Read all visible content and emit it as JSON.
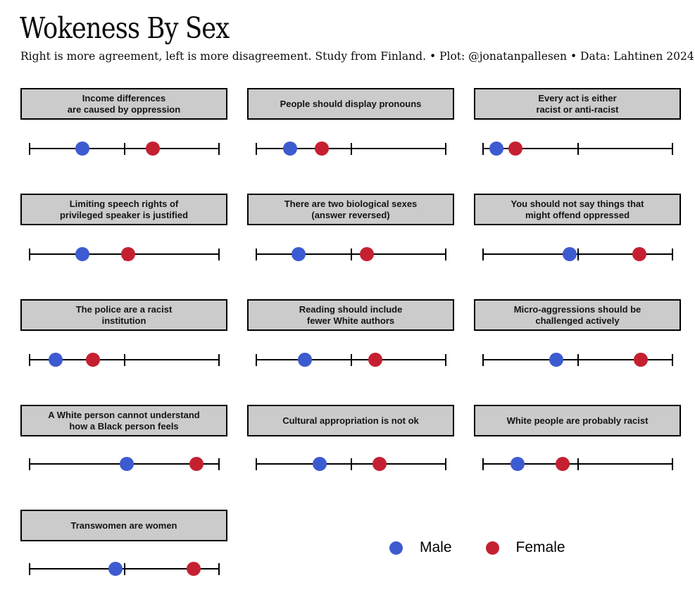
{
  "header": {
    "title": "Wokeness By Sex",
    "subtitle": "Right is more agreement, left is more disagreement. Study from Finland. • Plot: @jonatanpallesen • Data: Lahtinen 2024"
  },
  "legend": {
    "male_label": "Male",
    "female_label": "Female",
    "male_icon": "male-dot-icon",
    "female_icon": "female-dot-icon"
  },
  "colors": {
    "male": "#3D5BD0",
    "female": "#C52031",
    "panel_fill": "#CBCBCB",
    "panel_border": "#000000",
    "axis": "#000000",
    "background": "#FFFFFF"
  },
  "chart_data": {
    "type": "scatter",
    "subtype": "small-multiples dot plot, 13 panels in a 3-column grid",
    "title": "Wokeness By Sex",
    "subtitle": "Right is more agreement, left is more disagreement. Study from Finland. • Plot: @jonatanpallesen • Data: Lahtinen 2024",
    "xlabel": "",
    "ylabel": "",
    "axis": {
      "xlim": [
        0,
        1
      ],
      "ticks": [
        0,
        0.5,
        1
      ],
      "tick_labels": [
        "",
        "",
        ""
      ],
      "note": "axes unlabeled; position is normalized disagreement(0)-agreement(1)"
    },
    "legend_position": "bottom-center",
    "grid": false,
    "categories": [
      "Income differences are caused by oppression",
      "People should display pronouns",
      "Every act is either racist or anti-racist",
      "Limiting speech rights of privileged speaker is justified",
      "There are two biological sexes (answer reversed)",
      "You should not say things that might offend oppressed",
      "The police are a racist institution",
      "Reading should include fewer White authors",
      "Micro-aggressions should be challenged actively",
      "A White person cannot understand how a Black person feels",
      "Cultural appropriation is not ok",
      "White people are probably racist",
      "Transwomen are women"
    ],
    "series": [
      {
        "name": "Male",
        "color": "#3D5BD0",
        "values": [
          0.279,
          0.178,
          0.071,
          0.279,
          0.223,
          0.457,
          0.138,
          0.257,
          0.387,
          0.513,
          0.335,
          0.182,
          0.454
        ]
      },
      {
        "name": "Female",
        "color": "#C52031",
        "values": [
          0.651,
          0.346,
          0.171,
          0.52,
          0.584,
          0.825,
          0.335,
          0.628,
          0.833,
          0.881,
          0.651,
          0.42,
          0.866
        ]
      }
    ],
    "panels": [
      {
        "title_lines": [
          "Income differences",
          "are caused by oppression"
        ],
        "male": 0.279,
        "female": 0.651
      },
      {
        "title_lines": [
          "People should display pronouns"
        ],
        "male": 0.178,
        "female": 0.346
      },
      {
        "title_lines": [
          "Every act is either",
          "racist or anti-racist"
        ],
        "male": 0.071,
        "female": 0.171
      },
      {
        "title_lines": [
          "Limiting speech rights of",
          "privileged speaker is justified"
        ],
        "male": 0.279,
        "female": 0.52
      },
      {
        "title_lines": [
          "There are two biological sexes",
          "(answer reversed)"
        ],
        "male": 0.223,
        "female": 0.584
      },
      {
        "title_lines": [
          "You should not say things that",
          "might offend oppressed"
        ],
        "male": 0.457,
        "female": 0.825
      },
      {
        "title_lines": [
          "The police are a racist",
          "institution"
        ],
        "male": 0.138,
        "female": 0.335
      },
      {
        "title_lines": [
          "Reading should include",
          "fewer White authors"
        ],
        "male": 0.257,
        "female": 0.628
      },
      {
        "title_lines": [
          "Micro-aggressions should be",
          "challenged actively"
        ],
        "male": 0.387,
        "female": 0.833
      },
      {
        "title_lines": [
          "A White person cannot understand",
          "how a Black person feels"
        ],
        "male": 0.513,
        "female": 0.881
      },
      {
        "title_lines": [
          "Cultural appropriation is not ok"
        ],
        "male": 0.335,
        "female": 0.651
      },
      {
        "title_lines": [
          "White people are probably racist"
        ],
        "male": 0.182,
        "female": 0.42
      },
      {
        "title_lines": [
          "Transwomen are women"
        ],
        "male": 0.454,
        "female": 0.866
      }
    ]
  }
}
